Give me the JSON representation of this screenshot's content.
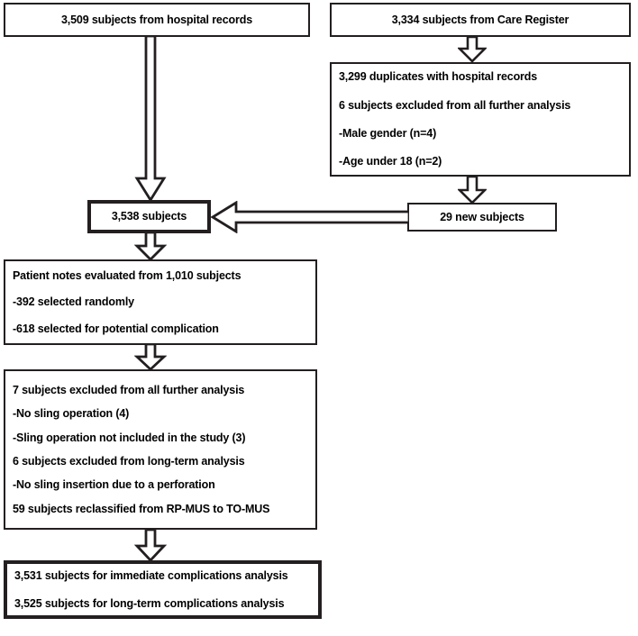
{
  "diagram": {
    "type": "flowchart",
    "title": "Study participant flow diagram",
    "colors": {
      "stroke": "#231f20",
      "background": "#ffffff",
      "text": "#000000"
    },
    "nodes": {
      "hospital_records": {
        "lines": [
          "3,509 subjects from hospital records"
        ]
      },
      "care_register": {
        "lines": [
          "3,334 subjects from Care Register"
        ]
      },
      "duplicates": {
        "lines": [
          "3,299 duplicates with hospital records",
          "6 subjects excluded from all further analysis",
          "-Male gender (n=4)",
          "-Age under 18 (n=2)"
        ]
      },
      "pooled_subjects": {
        "lines": [
          "3,538 subjects"
        ]
      },
      "new_subjects": {
        "lines": [
          "29 new subjects"
        ]
      },
      "patient_notes": {
        "lines": [
          "Patient notes evaluated from 1,010 subjects",
          "-392 selected randomly",
          "-618 selected for potential complication"
        ]
      },
      "exclusions": {
        "lines": [
          "7 subjects excluded from all further analysis",
          "-No sling operation (4)",
          "-Sling operation not included in the study (3)",
          "6 subjects excluded from long-term analysis",
          "-No sling insertion due to a perforation",
          "59 subjects  reclassified from RP-MUS to TO-MUS"
        ]
      },
      "final_analysis": {
        "lines": [
          "3,531 subjects for immediate complications analysis",
          "3,525 subjects for long-term complications analysis"
        ]
      }
    },
    "edges": [
      {
        "name": "hospital-records-to-pooled",
        "direction": "down"
      },
      {
        "name": "care-register-to-duplicates",
        "direction": "down"
      },
      {
        "name": "duplicates-to-new-subjects",
        "direction": "down"
      },
      {
        "name": "new-subjects-to-pooled",
        "direction": "left"
      },
      {
        "name": "pooled-to-patient-notes",
        "direction": "down"
      },
      {
        "name": "patient-notes-to-exclusions",
        "direction": "down"
      },
      {
        "name": "exclusions-to-final",
        "direction": "down"
      }
    ]
  }
}
